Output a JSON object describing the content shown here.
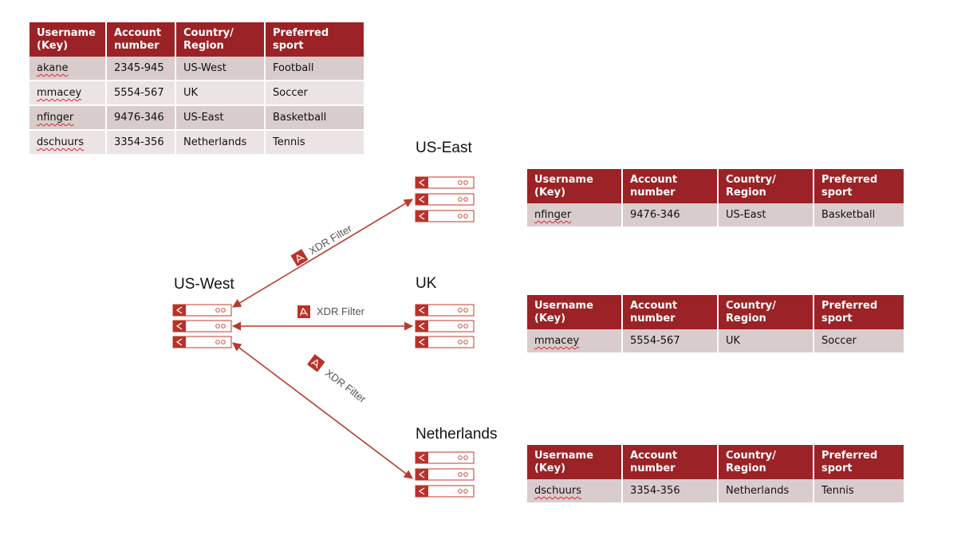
{
  "headers": [
    "Username (Key)",
    "Account number",
    "Country/ Region",
    "Preferred sport"
  ],
  "header_lines": [
    [
      "Username",
      "(Key)"
    ],
    [
      "Account",
      "number"
    ],
    [
      "Country/",
      "Region"
    ],
    [
      "Preferred",
      "sport"
    ]
  ],
  "master_table": {
    "rows": [
      [
        "akane",
        "2345-945",
        "US-West",
        "Football"
      ],
      [
        "mmacey",
        "5554-567",
        "UK",
        "Soccer"
      ],
      [
        "nfinger",
        "9476-346",
        "US-East",
        "Basketball"
      ],
      [
        "dschuurs",
        "3354-356",
        "Netherlands",
        "Tennis"
      ]
    ]
  },
  "regions": {
    "us_west": {
      "label": "US-West"
    },
    "us_east": {
      "label": "US-East",
      "rows": [
        [
          "nfinger",
          "9476-346",
          "US-East",
          "Basketball"
        ]
      ]
    },
    "uk": {
      "label": "UK",
      "rows": [
        [
          "mmacey",
          "5554-567",
          "UK",
          "Soccer"
        ]
      ]
    },
    "netherlands": {
      "label": "Netherlands",
      "rows": [
        [
          "dschuurs",
          "3354-356",
          "Netherlands",
          "Tennis"
        ]
      ]
    }
  },
  "filters": {
    "us_east": "XDR Filter",
    "uk": "XDR Filter",
    "netherlands": "XDR Filter"
  },
  "colors": {
    "accent": "#9b2226",
    "row_odd": "#d9cccc",
    "row_even": "#ece4e4",
    "arrow": "#b83a2e"
  }
}
